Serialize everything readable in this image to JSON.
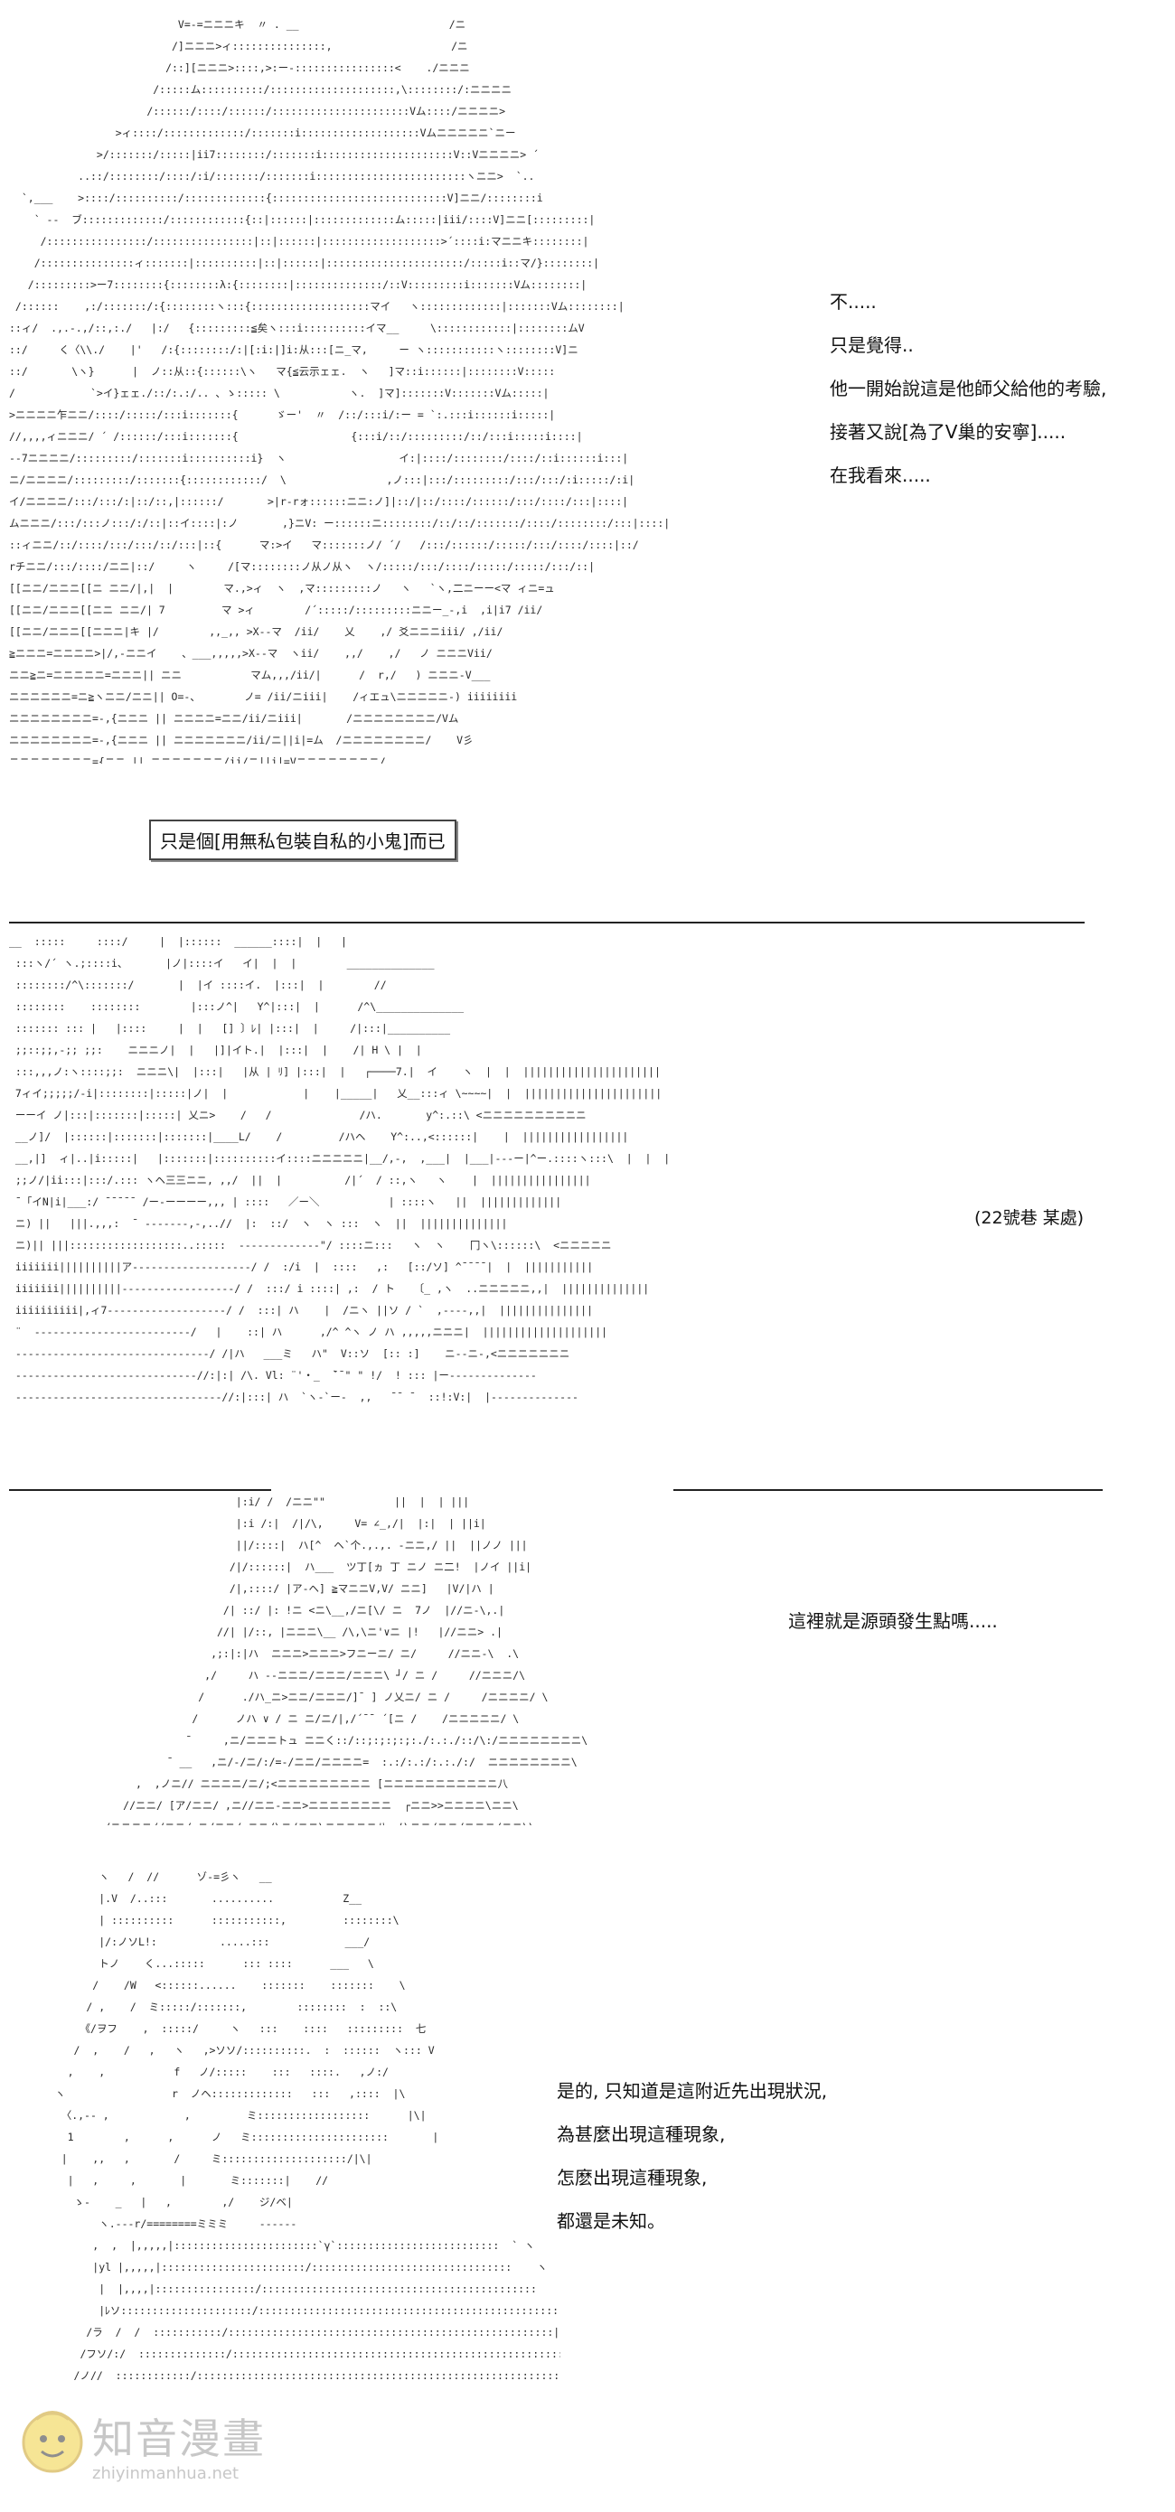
{
  "panel1": {
    "dialogue": [
      "不.....",
      "只是覺得..",
      "他一開始說這是他師父給他的考驗,",
      "接著又說[為了V巢的安寧].....",
      "在我看來....."
    ],
    "boxed_text": "只是個[用無私包裝自私的小鬼]而已"
  },
  "panel2": {
    "location": "(22號巷 某處)",
    "dialogue": [
      "這裡就是源頭發生點嗎....."
    ]
  },
  "panel3": {
    "dialogue": [
      "是的, 只知道是這附近先出現狀況,",
      "為甚麼出現這種現象,",
      "怎麽出現這種現象,",
      "都還是未知。"
    ]
  },
  "watermark": {
    "title": "知音漫畫",
    "url": "zhiyinmanhua.net"
  }
}
